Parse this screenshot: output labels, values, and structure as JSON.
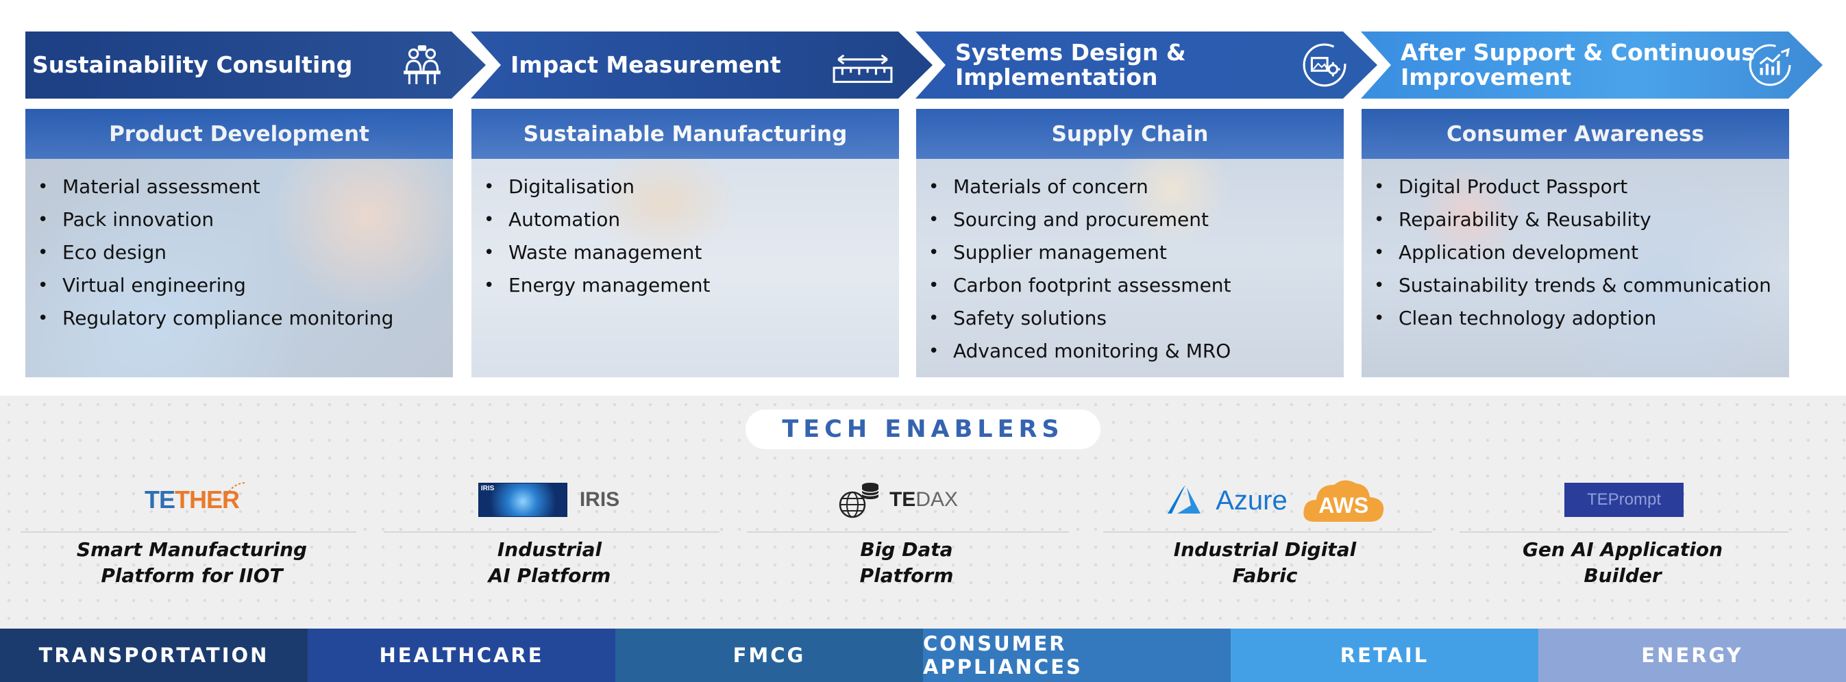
{
  "stages": [
    {
      "title_line1": "Sustainability Consulting",
      "title_line2": "",
      "icon": "consulting-meeting-icon"
    },
    {
      "title_line1": "Impact Measurement",
      "title_line2": "",
      "icon": "ruler-measure-icon"
    },
    {
      "title_line1": "Systems Design &",
      "title_line2": "Implementation",
      "icon": "image-gear-icon"
    },
    {
      "title_line1": "After Support & Continuous",
      "title_line2": "Improvement",
      "icon": "chart-cycle-icon"
    }
  ],
  "columns": [
    {
      "heading": "Product Development",
      "items": [
        "Material assessment",
        "Pack innovation",
        "Eco design",
        "Virtual engineering",
        "Regulatory compliance monitoring"
      ]
    },
    {
      "heading": "Sustainable Manufacturing",
      "items": [
        "Digitalisation",
        "Automation",
        "Waste management",
        "Energy management"
      ]
    },
    {
      "heading": "Supply Chain",
      "items": [
        "Materials of concern",
        "Sourcing and procurement",
        "Supplier management",
        "Carbon footprint assessment",
        "Safety solutions",
        "Advanced monitoring & MRO"
      ]
    },
    {
      "heading": "Consumer Awareness",
      "items": [
        "Digital Product Passport",
        "Repairability & Reusability",
        "Application development",
        "Sustainability trends & communication",
        "Clean technology adoption"
      ]
    }
  ],
  "tech_enablers": {
    "title": "TECH ENABLERS",
    "platforms": [
      {
        "logo_text_a": "TE",
        "logo_text_b": "THER",
        "caption_line1": "Smart Manufacturing",
        "caption_line2": "Platform for IIOT"
      },
      {
        "logo_text_a": "IRIS",
        "logo_text_b": "IRIS",
        "caption_line1": "Industrial",
        "caption_line2": "AI Platform"
      },
      {
        "logo_text_a": "TE",
        "logo_text_b": "DAX",
        "caption_line1": "Big Data",
        "caption_line2": "Platform"
      },
      {
        "logo_text_a": "Azure",
        "logo_text_b": "AWS",
        "caption_line1": "Industrial Digital",
        "caption_line2": "Fabric"
      },
      {
        "logo_text_a": "TEPrompt",
        "logo_text_b": "",
        "caption_line1": "Gen AI Application",
        "caption_line2": "Builder"
      }
    ]
  },
  "industries": [
    {
      "label": "TRANSPORTATION",
      "color": "#1b3a6d"
    },
    {
      "label": "HEALTHCARE",
      "color": "#23489a"
    },
    {
      "label": "FMCG",
      "color": "#27639a"
    },
    {
      "label": "CONSUMER APPLIANCES",
      "color": "#3479bd"
    },
    {
      "label": "RETAIL",
      "color": "#43a0e6"
    },
    {
      "label": "ENERGY",
      "color": "#8fa6d8"
    }
  ],
  "colors": {
    "chevron_dark": "#1e3f86",
    "chevron_light": "#4aa3ea",
    "heading_blue": "#3563b0"
  }
}
